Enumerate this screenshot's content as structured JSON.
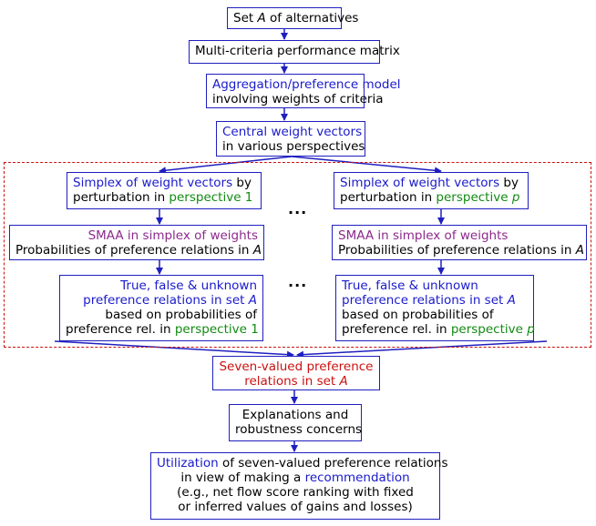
{
  "boxes": {
    "alternatives": {
      "pre": "Set ",
      "var": "A",
      "post": " of alternatives"
    },
    "performance": "Multi-criteria performance matrix",
    "aggregation": {
      "title": "Aggregation/preference model",
      "sub": "involving weights of criteria"
    },
    "central": {
      "title": "Central weight vectors",
      "sub": "in various perspectives"
    },
    "simplex_1": {
      "a": "Simplex of weight vectors",
      "b": " by",
      "c": "perturbation in ",
      "d": "perspective 1"
    },
    "simplex_p": {
      "a": "Simplex of weight vectors",
      "b": " by",
      "c": "perturbation in ",
      "d": "perspective ",
      "e": "p"
    },
    "smaa_1": {
      "title": "SMAA in simplex of weights",
      "sub_pre": "Probabilities of preference relations in ",
      "sub_var": "A"
    },
    "smaa_p": {
      "title": "SMAA in simplex of weights",
      "sub_pre": "Probabilities of preference relations in ",
      "sub_var": "A"
    },
    "tfu_1": {
      "l1": "True, false & unknown",
      "l2": "preference relations in set ",
      "l2v": "A",
      "l3": "based on probabilities of",
      "l4": "preference rel. in ",
      "l4g": "perspective 1"
    },
    "tfu_p": {
      "l1": "True, false & unknown",
      "l2": "preference relations in set ",
      "l2v": "A",
      "l3": "based on probabilities of",
      "l4": "preference rel. in ",
      "l4g": "perspective ",
      "l4v": "p"
    },
    "seven": {
      "l1": "Seven-valued preference",
      "l2": "relations in set ",
      "l2v": "A"
    },
    "explanations": {
      "l1": "Explanations and",
      "l2": "robustness concerns"
    },
    "utilization": {
      "a": "Utilization",
      "b": " of seven-valued preference relations",
      "c": "in view of making a ",
      "d": "recommendation",
      "e": "(e.g., net flow score ranking with fixed",
      "f": "or inferred values of gains and losses)"
    }
  },
  "ellipsis": "...",
  "colors": {
    "box_border": "#1f1fc0",
    "highlight_blue": "#1a1acc",
    "highlight_green": "#128a12",
    "highlight_purple": "#8c2a8c",
    "highlight_red": "#cc1111",
    "arrow": "#1f1fc0",
    "frame": "#cc1111"
  }
}
